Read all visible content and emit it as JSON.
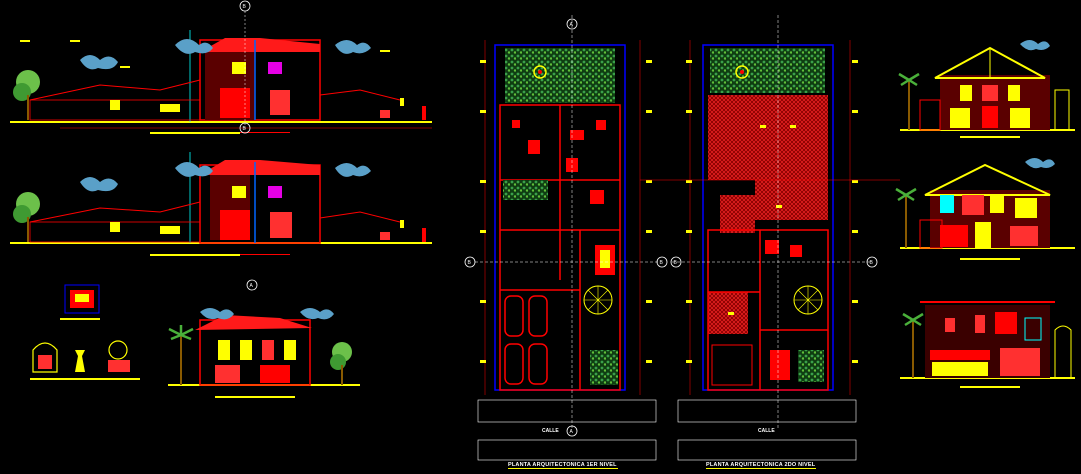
{
  "plans": {
    "first_floor_title": "PLANTA ARQUITECTONICA 1ER NIVEL",
    "second_floor_title": "PLANTA ARQUITECTONICA 2DO NIVEL",
    "street_label_1": "CALLE",
    "street_label_2": "CALLE"
  },
  "axis_bubbles": {
    "a": "A",
    "b": "B"
  },
  "colors": {
    "background": "#000000",
    "wall": "#ff0000",
    "accent": "#ffff00",
    "outline": "#0000ff",
    "vegetation": "#2e7d32",
    "cloud": "#5aa0c8"
  }
}
